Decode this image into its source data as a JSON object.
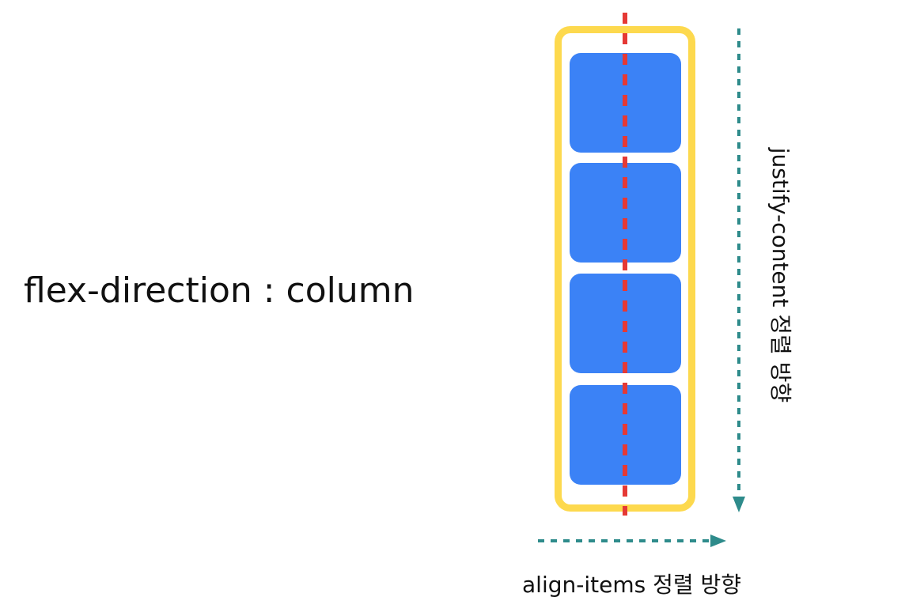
{
  "title": "flex-direction : column",
  "main_axis_label": "justify-content 정렬 방향",
  "cross_axis_label": "align-items 정렬 방향",
  "colors": {
    "container_border": "#fdd94e",
    "item_fill": "#3b82f6",
    "center_line": "#e53935",
    "axis_arrow": "#2e8b8b"
  },
  "item_count": 4
}
